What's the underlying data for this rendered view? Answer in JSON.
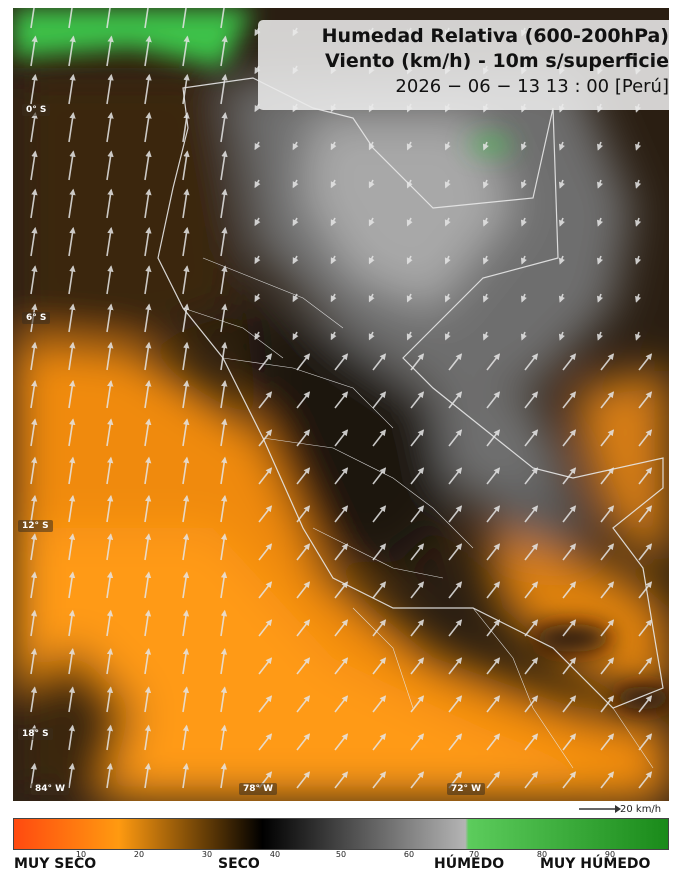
{
  "title": {
    "line1": "Humedad Relativa (600-200hPa)",
    "line2": "Viento (km/h) - 10m s/superficie",
    "line3": "2026 − 06 − 13  13 : 00 [Perú]"
  },
  "lat_labels": [
    "0° S",
    "6° S",
    "12° S",
    "18° S"
  ],
  "lon_labels": [
    "84° W",
    "78° W",
    "72° W"
  ],
  "wind_key": {
    "label": "20 km/h"
  },
  "colorbar": {
    "ticks": [
      "10",
      "20",
      "30",
      "40",
      "50",
      "60",
      "70",
      "80",
      "90"
    ],
    "categories": [
      "MUY SECO",
      "SECO",
      "HÚMEDO",
      "MUY HÚMEDO"
    ],
    "colors": {
      "very_dry": "#ff4a10",
      "dry": "#ff9a10",
      "neutral": "#000000",
      "moist": "#b4b4b4",
      "very_moist": "#1a8a1a"
    }
  }
}
